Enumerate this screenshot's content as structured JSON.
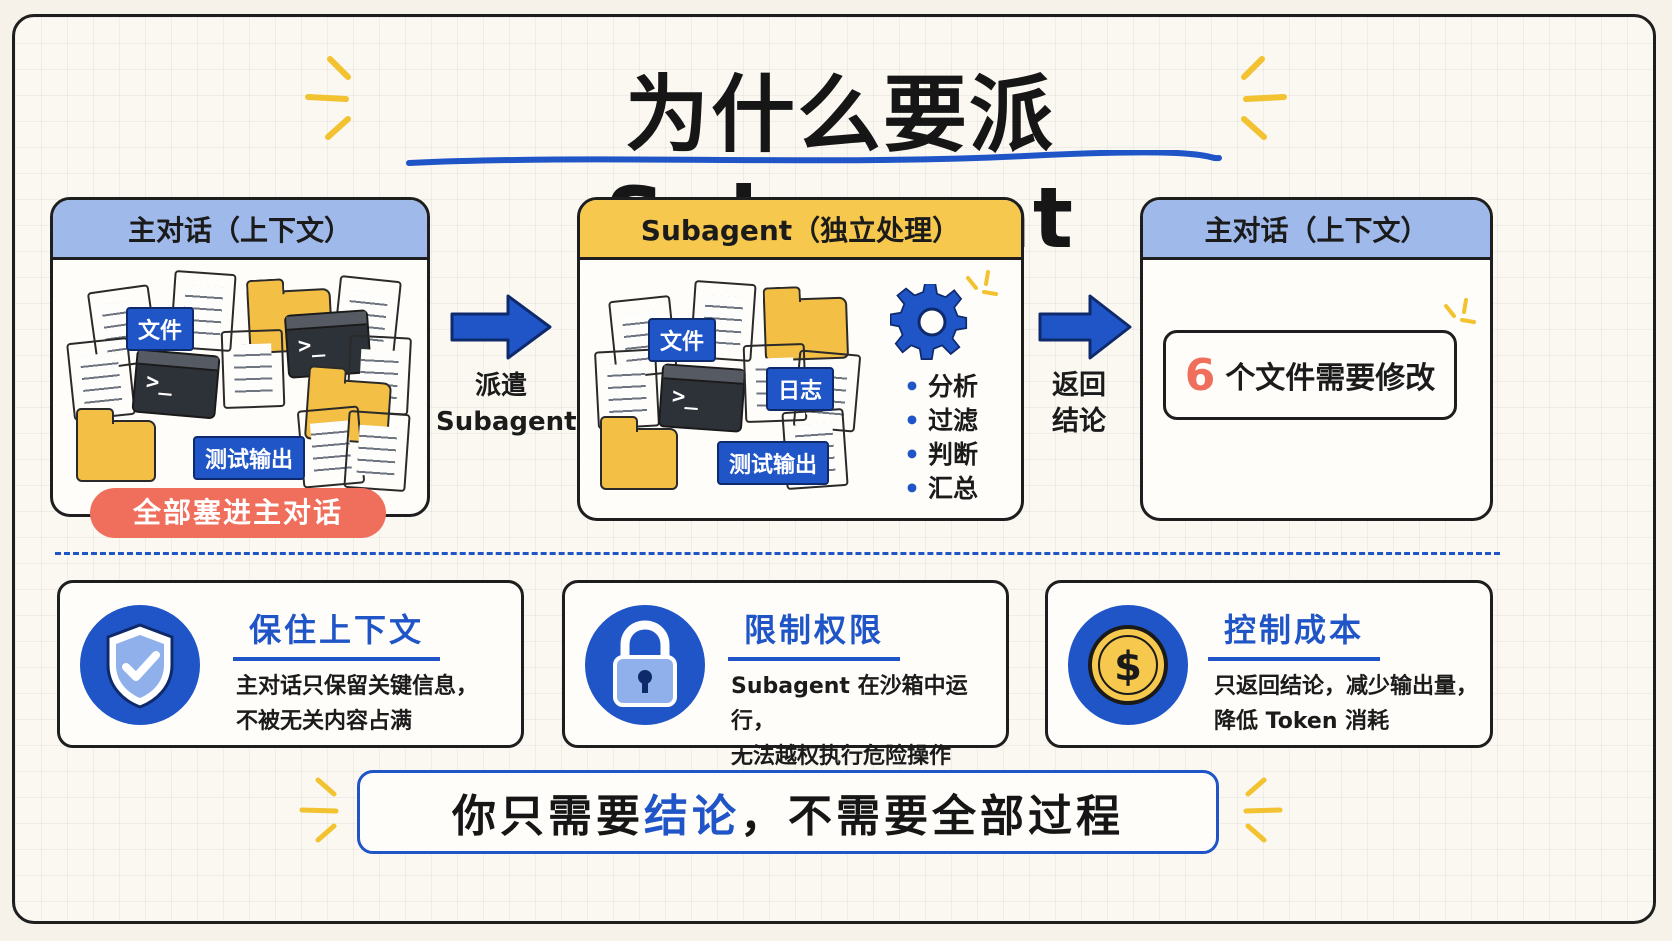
{
  "title": "为什么要派 Subagent",
  "left_panel": {
    "header": "主对话（上下文）",
    "tag_file": "文件",
    "tag_test": "测试输出",
    "term_prompt": ">_",
    "footer_pill": "全部塞进主对话"
  },
  "arrow1_label": [
    "派遣",
    "Subagent"
  ],
  "middle_panel": {
    "header": "Subagent（独立处理）",
    "tag_file": "文件",
    "tag_log": "日志",
    "tag_test": "测试输出",
    "term_prompt": ">_",
    "steps": [
      "分析",
      "过滤",
      "判断",
      "汇总"
    ]
  },
  "arrow2_label": [
    "返回",
    "结论"
  ],
  "right_panel": {
    "header": "主对话（上下文）",
    "result_number": "6",
    "result_text": "个文件需要修改"
  },
  "features": [
    {
      "title": "保住上下文",
      "desc": [
        "主对话只保留关键信息，",
        "不被无关内容占满"
      ],
      "icon": "shield-check-icon"
    },
    {
      "title": "限制权限",
      "desc": [
        "Subagent 在沙箱中运行，",
        "无法越权执行危险操作"
      ],
      "icon": "padlock-icon"
    },
    {
      "title": "控制成本",
      "desc": [
        "只返回结论，减少输出量，",
        "降低 Token 消耗"
      ],
      "icon": "dollar-coin-icon"
    }
  ],
  "bottom": {
    "pre": "你只需要",
    "highlight": "结论",
    "post": "，不需要全部过程"
  },
  "colors": {
    "blue": "#1f55c7",
    "header_blue": "#9fb9ea",
    "header_yellow": "#f6c84e",
    "red": "#f06f5c",
    "folder": "#f4bf45"
  }
}
